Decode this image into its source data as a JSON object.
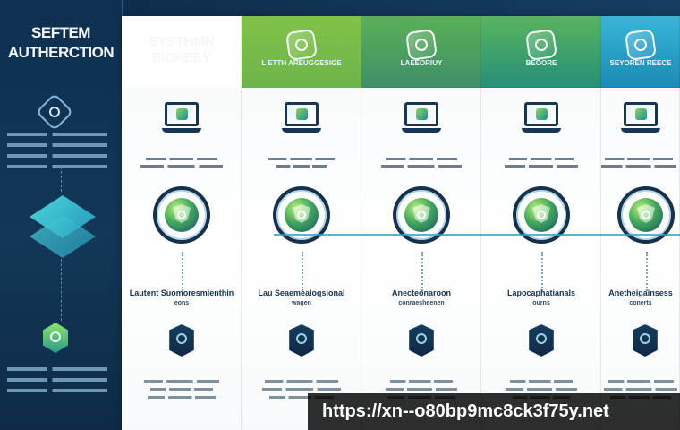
{
  "sidebar": {
    "title": "SEFTEM AUTHERCTION"
  },
  "columns": [
    {
      "header_title": "SYSTHMN\nEICHEEY",
      "header_color": "#8fc444",
      "caption": "",
      "step_label": "Lautent Suomoresmienthin",
      "step_sub": "eons"
    },
    {
      "header_title": "L ETTH AREUGGESIGE",
      "header_color": "#74b84b",
      "caption": "",
      "step_label": "Lau Seaemealogsional",
      "step_sub": "wagen"
    },
    {
      "header_title": "LAEEORIUY",
      "header_color": "#3f8e69",
      "caption": "",
      "step_label": "Anecteonaroon",
      "step_sub": "conraesheenen"
    },
    {
      "header_title": "BEOORE",
      "header_color": "#2e8d7c",
      "caption": "",
      "step_label": "Lapocaphatianals",
      "step_sub": "ourns"
    },
    {
      "header_title": "SEYOREN REECE",
      "header_color": "#24a8c9",
      "caption": "",
      "step_label": "Anetheigainsess",
      "step_sub": "Conerts"
    }
  ],
  "watermark": {
    "url": "https://xn--o80bp9mc8ck3f75y.net"
  },
  "colors": {
    "navy": "#0f3050",
    "green": "#87c443",
    "teal": "#24a8c9",
    "white": "#ffffff"
  },
  "icons": [
    "lock-icon",
    "laptop-icon",
    "shield-icon",
    "network-icon"
  ]
}
